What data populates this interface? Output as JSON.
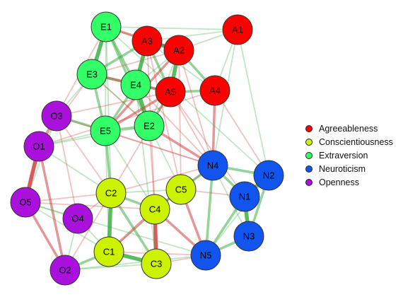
{
  "legend": [
    {
      "key": "A",
      "label": "Agreeableness",
      "color": "#ff0000"
    },
    {
      "key": "C",
      "label": "Conscientiousness",
      "color": "#ccf200"
    },
    {
      "key": "E",
      "label": "Extraversion",
      "color": "#33ff66"
    },
    {
      "key": "N",
      "label": "Neuroticism",
      "color": "#1155ee"
    },
    {
      "key": "O",
      "label": "Openness",
      "color": "#aa11dd"
    }
  ],
  "nodes": [
    {
      "id": "E1",
      "group": "E"
    },
    {
      "id": "A3",
      "group": "A"
    },
    {
      "id": "A2",
      "group": "A"
    },
    {
      "id": "A1",
      "group": "A"
    },
    {
      "id": "E3",
      "group": "E"
    },
    {
      "id": "E4",
      "group": "E"
    },
    {
      "id": "A5",
      "group": "A"
    },
    {
      "id": "A4",
      "group": "A"
    },
    {
      "id": "O3",
      "group": "O"
    },
    {
      "id": "E5",
      "group": "E"
    },
    {
      "id": "E2",
      "group": "E"
    },
    {
      "id": "O1",
      "group": "O"
    },
    {
      "id": "N4",
      "group": "N"
    },
    {
      "id": "N2",
      "group": "N"
    },
    {
      "id": "C2",
      "group": "C"
    },
    {
      "id": "C5",
      "group": "C"
    },
    {
      "id": "O5",
      "group": "O"
    },
    {
      "id": "N1",
      "group": "N"
    },
    {
      "id": "C4",
      "group": "C"
    },
    {
      "id": "O4",
      "group": "O"
    },
    {
      "id": "N3",
      "group": "N"
    },
    {
      "id": "C1",
      "group": "C"
    },
    {
      "id": "N5",
      "group": "N"
    },
    {
      "id": "C3",
      "group": "C"
    },
    {
      "id": "O2",
      "group": "O"
    }
  ],
  "edges": [
    [
      "N1",
      "N2",
      "pos",
      3
    ],
    [
      "N1",
      "N3",
      "pos",
      3
    ],
    [
      "N2",
      "N3",
      "pos",
      2
    ],
    [
      "N4",
      "N5",
      "pos",
      2
    ],
    [
      "N3",
      "N5",
      "pos",
      2
    ],
    [
      "N1",
      "N5",
      "pos",
      2
    ],
    [
      "N4",
      "N1",
      "pos",
      2
    ],
    [
      "N4",
      "N2",
      "pos",
      2
    ],
    [
      "N2",
      "N5",
      "pos",
      1
    ],
    [
      "N4",
      "N3",
      "pos",
      1
    ],
    [
      "C1",
      "C2",
      "pos",
      3
    ],
    [
      "C1",
      "C3",
      "pos",
      3
    ],
    [
      "C2",
      "C4",
      "pos",
      2
    ],
    [
      "C2",
      "C3",
      "pos",
      2
    ],
    [
      "C4",
      "C5",
      "pos",
      2
    ],
    [
      "C1",
      "C5",
      "pos",
      1
    ],
    [
      "C3",
      "C4",
      "neg",
      3
    ],
    [
      "C2",
      "C5",
      "pos",
      1
    ],
    [
      "C1",
      "C4",
      "neg",
      2
    ],
    [
      "E1",
      "E3",
      "pos",
      3
    ],
    [
      "E3",
      "E4",
      "pos",
      2
    ],
    [
      "E4",
      "E2",
      "pos",
      3
    ],
    [
      "E3",
      "E5",
      "pos",
      2
    ],
    [
      "E5",
      "E2",
      "pos",
      2
    ],
    [
      "E1",
      "E4",
      "pos",
      2
    ],
    [
      "E1",
      "E2",
      "pos",
      2
    ],
    [
      "E4",
      "E5",
      "pos",
      2
    ],
    [
      "E1",
      "E5",
      "pos",
      1
    ],
    [
      "E3",
      "E2",
      "pos",
      1
    ],
    [
      "A2",
      "A3",
      "pos",
      3
    ],
    [
      "A2",
      "A5",
      "pos",
      3
    ],
    [
      "A3",
      "A5",
      "pos",
      2
    ],
    [
      "A2",
      "A4",
      "pos",
      2
    ],
    [
      "A5",
      "A4",
      "pos",
      2
    ],
    [
      "A3",
      "A4",
      "pos",
      1
    ],
    [
      "A1",
      "A2",
      "pos",
      1
    ],
    [
      "A1",
      "A3",
      "pos",
      1
    ],
    [
      "A1",
      "A4",
      "pos",
      1
    ],
    [
      "O1",
      "O5",
      "neg",
      3
    ],
    [
      "O3",
      "O1",
      "neg",
      2
    ],
    [
      "O5",
      "O2",
      "neg",
      2
    ],
    [
      "O1",
      "O2",
      "neg",
      2
    ],
    [
      "O5",
      "O4",
      "pos",
      1
    ],
    [
      "O3",
      "O5",
      "pos",
      1
    ],
    [
      "O4",
      "O2",
      "pos",
      1
    ],
    [
      "O3",
      "O4",
      "neg",
      1
    ],
    [
      "E3",
      "A3",
      "pos",
      2
    ],
    [
      "E4",
      "A3",
      "pos",
      3
    ],
    [
      "E4",
      "A5",
      "pos",
      2
    ],
    [
      "E2",
      "A5",
      "pos",
      2
    ],
    [
      "E2",
      "A2",
      "pos",
      1
    ],
    [
      "E1",
      "A3",
      "pos",
      1
    ],
    [
      "E1",
      "A2",
      "neg",
      2
    ],
    [
      "E3",
      "A5",
      "neg",
      2
    ],
    [
      "E5",
      "A2",
      "neg",
      2
    ],
    [
      "E4",
      "A2",
      "pos",
      1
    ],
    [
      "E3",
      "A2",
      "neg",
      1
    ],
    [
      "E1",
      "A1",
      "pos",
      1
    ],
    [
      "E5",
      "A5",
      "neg",
      2
    ],
    [
      "E3",
      "E2",
      "neg",
      1
    ],
    [
      "E3",
      "O3",
      "pos",
      1
    ],
    [
      "E5",
      "O3",
      "pos",
      2
    ],
    [
      "E5",
      "O1",
      "pos",
      1
    ],
    [
      "E3",
      "O1",
      "neg",
      1
    ],
    [
      "E1",
      "O3",
      "neg",
      1
    ],
    [
      "E5",
      "C2",
      "pos",
      2
    ],
    [
      "E5",
      "C4",
      "pos",
      1
    ],
    [
      "E2",
      "C5",
      "pos",
      1
    ],
    [
      "E2",
      "C4",
      "neg",
      1
    ],
    [
      "E5",
      "C1",
      "pos",
      1
    ],
    [
      "E2",
      "N4",
      "neg",
      2
    ],
    [
      "E4",
      "N4",
      "neg",
      1
    ],
    [
      "A5",
      "N4",
      "neg",
      1
    ],
    [
      "A4",
      "N4",
      "neg",
      2
    ],
    [
      "A4",
      "N2",
      "neg",
      1
    ],
    [
      "A1",
      "N2",
      "pos",
      1
    ],
    [
      "A1",
      "N4",
      "pos",
      1
    ],
    [
      "A5",
      "N1",
      "neg",
      1
    ],
    [
      "A2",
      "N4",
      "neg",
      1
    ],
    [
      "C5",
      "N4",
      "pos",
      2
    ],
    [
      "C4",
      "N5",
      "neg",
      2
    ],
    [
      "C5",
      "N5",
      "neg",
      2
    ],
    [
      "C3",
      "N5",
      "neg",
      1
    ],
    [
      "C5",
      "N1",
      "neg",
      1
    ],
    [
      "C2",
      "N4",
      "neg",
      1
    ],
    [
      "C4",
      "N4",
      "neg",
      1
    ],
    [
      "C1",
      "N5",
      "neg",
      1
    ],
    [
      "O2",
      "C1",
      "pos",
      2
    ],
    [
      "O2",
      "C3",
      "pos",
      1
    ],
    [
      "O4",
      "C2",
      "neg",
      1
    ],
    [
      "O4",
      "C1",
      "pos",
      1
    ],
    [
      "O5",
      "C2",
      "neg",
      1
    ],
    [
      "O1",
      "C2",
      "pos",
      1
    ],
    [
      "O5",
      "C1",
      "pos",
      1
    ],
    [
      "O2",
      "C2",
      "neg",
      1
    ],
    [
      "O3",
      "C2",
      "neg",
      1
    ],
    [
      "O1",
      "E2",
      "pos",
      1
    ],
    [
      "O3",
      "A5",
      "neg",
      1
    ],
    [
      "O1",
      "A4",
      "neg",
      1
    ],
    [
      "O3",
      "N4",
      "neg",
      1
    ],
    [
      "O5",
      "N5",
      "pos",
      1
    ],
    [
      "E1",
      "N2",
      "pos",
      1
    ],
    [
      "A3",
      "C5",
      "neg",
      1
    ],
    [
      "A5",
      "C2",
      "neg",
      1
    ],
    [
      "A3",
      "C4",
      "neg",
      1
    ],
    [
      "E4",
      "C3",
      "pos",
      1
    ],
    [
      "O2",
      "N5",
      "pos",
      1
    ],
    [
      "O5",
      "C4",
      "neg",
      1
    ],
    [
      "E5",
      "N4",
      "neg",
      1
    ],
    [
      "E1",
      "C2",
      "pos",
      1
    ],
    [
      "A2",
      "C5",
      "neg",
      1
    ]
  ],
  "colors": {
    "positive_edge": "#3cb043",
    "negative_edge": "#d04040",
    "node_border": "#333333"
  }
}
